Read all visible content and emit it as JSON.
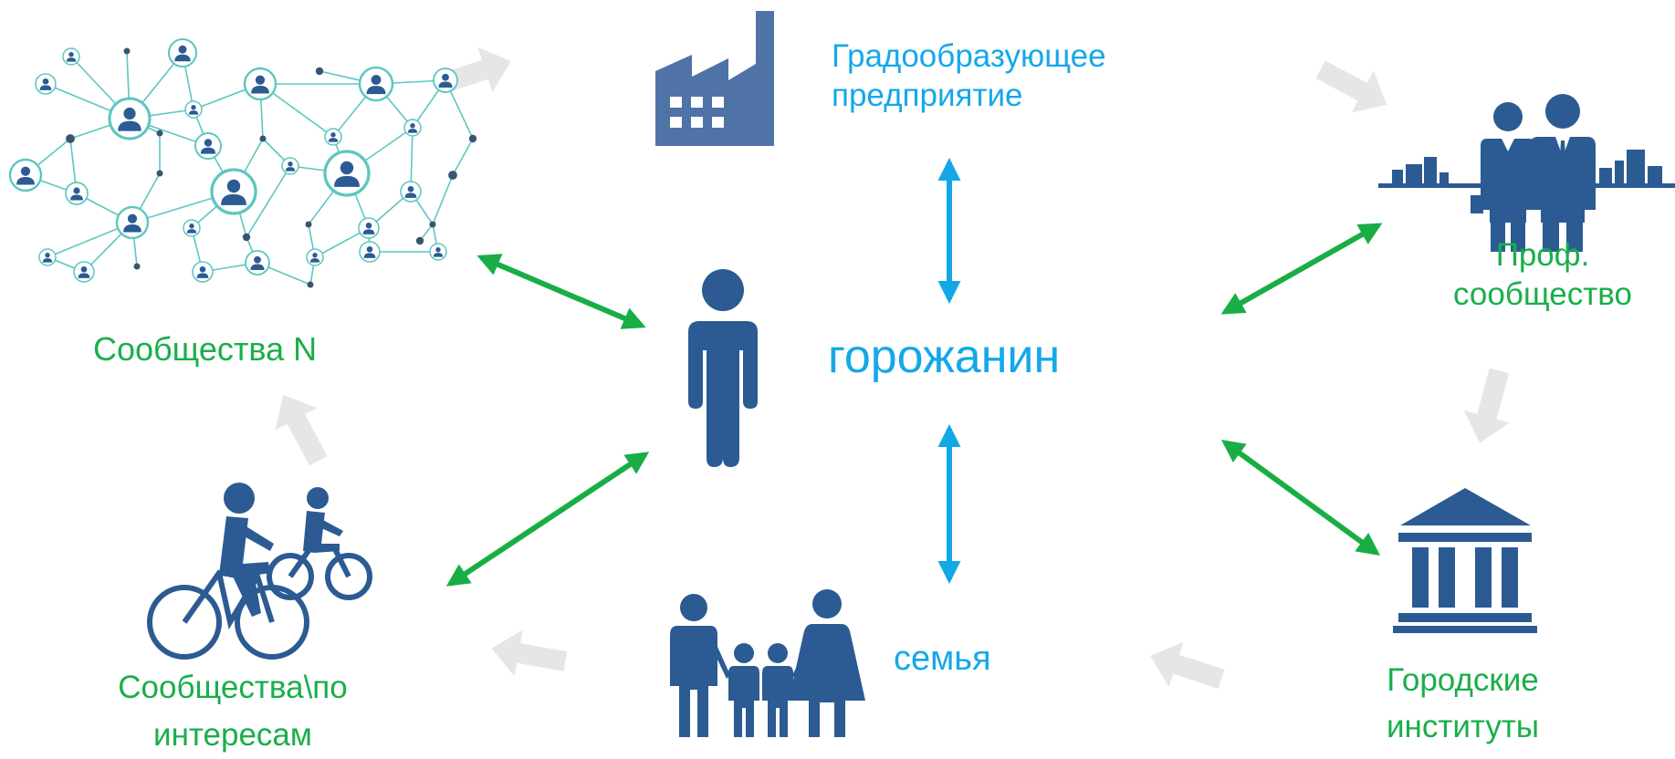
{
  "colors": {
    "icon": "#2b5b92",
    "factory": "#4f73a6",
    "network_line": "#5cc7c0",
    "green_label": "#1aae4a",
    "blue_label": "#15a8e8",
    "green_arrow": "#19ae45",
    "blue_arrow": "#14a7e6",
    "grey_arrow": "#e6e6e6"
  },
  "nodes": {
    "center": {
      "label": "горожанин",
      "icon": "person-icon"
    },
    "enterprise": {
      "label_line1": "Градообразующее",
      "label_line2": "предприятие",
      "icon": "factory-icon"
    },
    "professional": {
      "label_line1": "Проф.",
      "label_line2": "сообщество",
      "icon": "business-people-icon"
    },
    "institutes": {
      "label_line1": "Городские",
      "label_line2": "институты",
      "icon": "institution-building-icon"
    },
    "family": {
      "label": "семья",
      "icon": "family-icon"
    },
    "interests": {
      "label_line1": "Сообщества\\по",
      "label_line2": "интересам",
      "icon": "cyclists-icon"
    },
    "communities": {
      "label": "Сообщества N",
      "icon": "social-network-icon"
    }
  },
  "connections": {
    "bidirectional": [
      "enterprise",
      "professional",
      "institutes",
      "family",
      "interests",
      "communities"
    ],
    "cycle": [
      "communities",
      "enterprise",
      "professional",
      "institutes",
      "family",
      "interests"
    ]
  }
}
